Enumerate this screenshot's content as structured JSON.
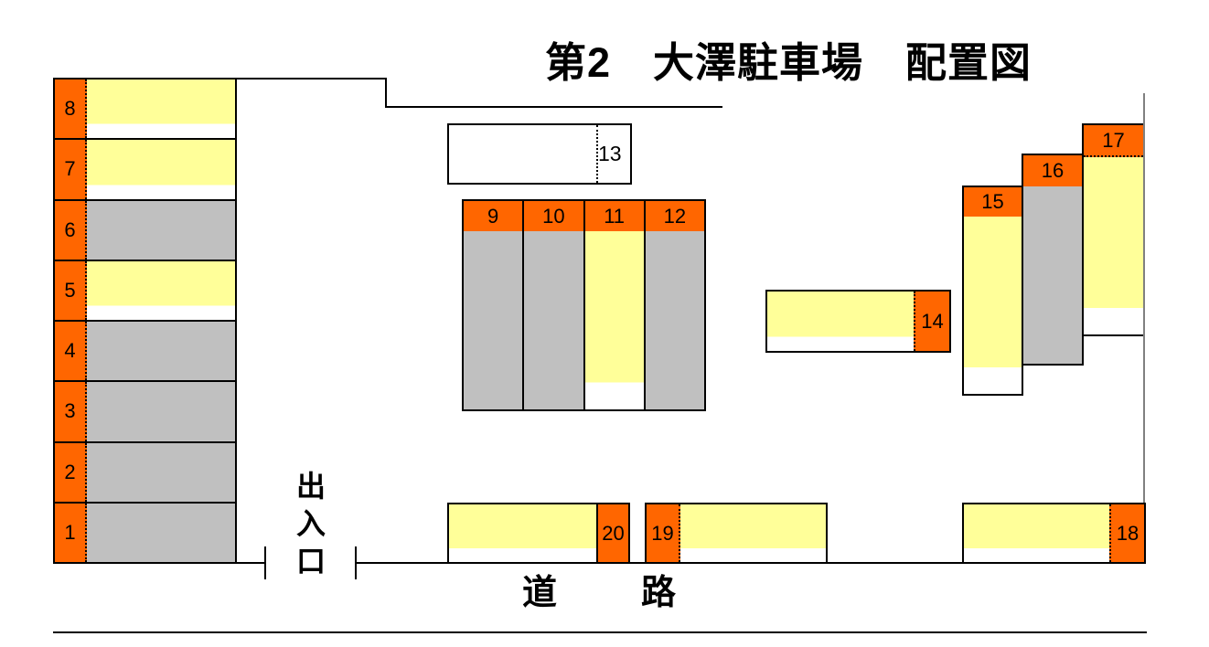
{
  "title": "第2　大澤駐車場　配置図",
  "colors": {
    "orange": "#FF6600",
    "yellow": "#FFFF99",
    "gray": "#C0C0C0",
    "line": "#808080"
  },
  "left": {
    "spaces": [
      {
        "number": "8",
        "fill": "yellow"
      },
      {
        "number": "7",
        "fill": "yellow"
      },
      {
        "number": "6",
        "fill": "gray"
      },
      {
        "number": "5",
        "fill": "yellow"
      },
      {
        "number": "4",
        "fill": "gray"
      },
      {
        "number": "3",
        "fill": "gray"
      },
      {
        "number": "2",
        "fill": "gray"
      },
      {
        "number": "1",
        "fill": "gray"
      }
    ]
  },
  "middle": {
    "spaces": [
      {
        "number": "9",
        "fill": "gray"
      },
      {
        "number": "10",
        "fill": "gray"
      },
      {
        "number": "11",
        "fill": "yellow"
      },
      {
        "number": "12",
        "fill": "gray"
      }
    ]
  },
  "space13": {
    "number": "13",
    "fill": "white"
  },
  "space14": {
    "number": "14",
    "fill": "yellow"
  },
  "right": {
    "spaces": [
      {
        "number": "15",
        "fill": "yellow"
      },
      {
        "number": "16",
        "fill": "gray"
      },
      {
        "number": "17",
        "fill": "yellow"
      }
    ]
  },
  "bottom": {
    "spaces": [
      {
        "number": "20",
        "fill": "yellow"
      },
      {
        "number": "19",
        "fill": "yellow"
      },
      {
        "number": "18",
        "fill": "yellow"
      }
    ]
  },
  "entrance": {
    "chars": [
      "出",
      "入",
      "口"
    ]
  },
  "road": {
    "chars": [
      "道",
      "路"
    ]
  }
}
